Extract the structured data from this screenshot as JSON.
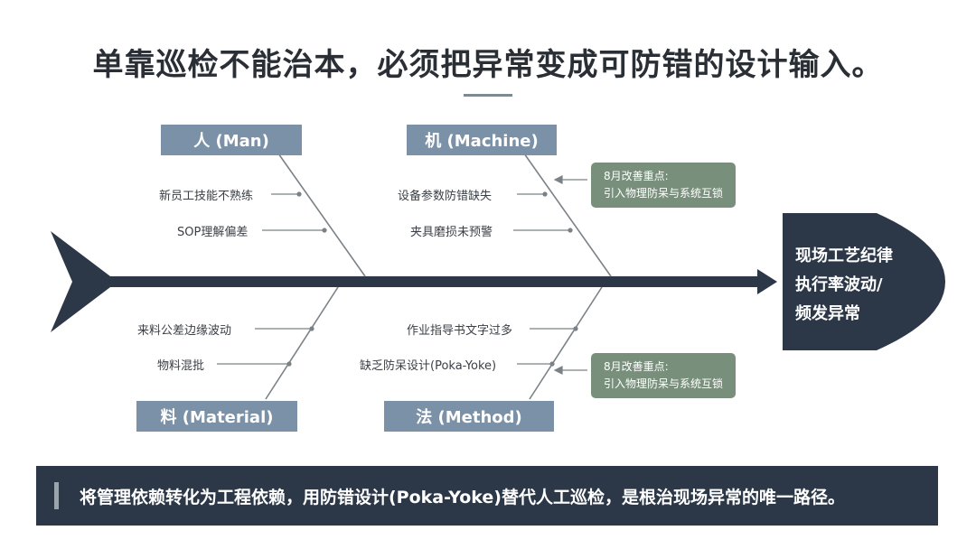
{
  "title": "单靠巡检不能治本，必须把异常变成可防错的设计输入。",
  "categories": {
    "man": "人 (Man)",
    "machine": "机 (Machine)",
    "material": "料 (Material)",
    "method": "法 (Method)"
  },
  "causes": {
    "man": [
      "新员工技能不熟练",
      "SOP理解偏差"
    ],
    "machine": [
      "设备参数防错缺失",
      "夹具磨损未预警"
    ],
    "material": [
      "来料公差边缘波动",
      "物料混批"
    ],
    "method": [
      "作业指导书文字过多",
      "缺乏防呆设计(Poka-Yoke)"
    ]
  },
  "notes": [
    {
      "line1": "8月改善重点:",
      "line2": "引入物理防呆与系统互锁"
    },
    {
      "line1": "8月改善重点:",
      "line2": "引入物理防呆与系统互锁"
    }
  ],
  "effect": {
    "line1": "现场工艺纪律",
    "line2": "执行率波动/",
    "line3": "频发异常"
  },
  "conclusion": "将管理依赖转化为工程依赖，用防错设计(Poka-Yoke)替代人工巡检，是根治现场异常的唯一路径。",
  "colors": {
    "spine": "#2c3848",
    "category_box": "#7b91a7",
    "note_box": "#78907b",
    "banner": "#2c3848"
  }
}
